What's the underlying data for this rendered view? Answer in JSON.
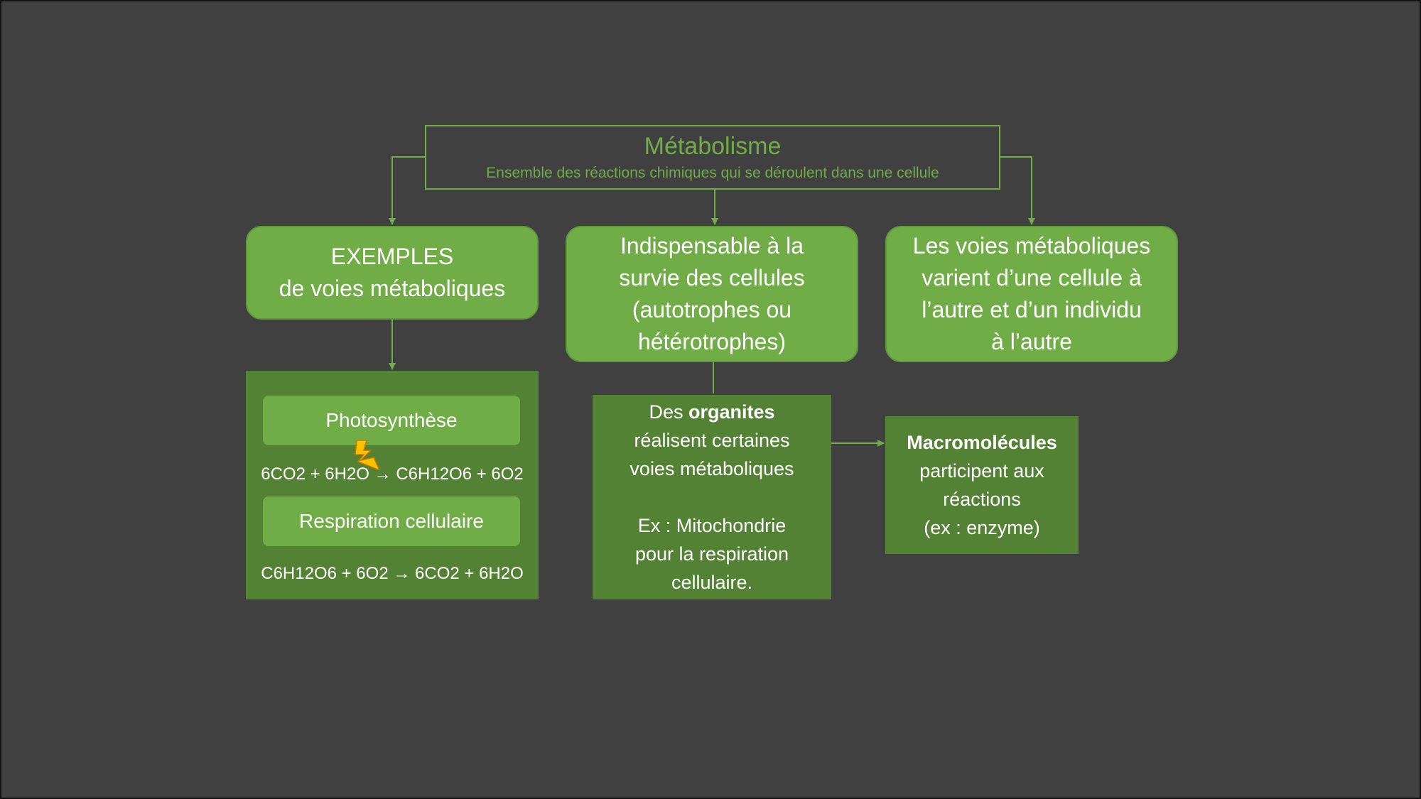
{
  "title": {
    "heading": "Métabolisme",
    "subtitle": "Ensemble des réactions chimiques qui se déroulent dans une cellule"
  },
  "cards": {
    "examples": {
      "line1": "EXEMPLES",
      "line2": "de voies métaboliques"
    },
    "indispensable": {
      "line1": "Indispensable à la",
      "line2": "survie des cellules",
      "line3": "(autotrophes ou",
      "line4": "hétérotrophes)"
    },
    "voies": {
      "line1": "Les voies métaboliques",
      "line2": "varient d’une cellule à",
      "line3": "l’autre et d’un individu",
      "line4": "à l’autre"
    }
  },
  "examples_panel": {
    "photosynthesis": {
      "label": "Photosynthèse",
      "reactants": "6CO2 + 6H2O",
      "arrow": "→",
      "products": "C6H12O6 + 6O2"
    },
    "respiration": {
      "label": "Respiration cellulaire",
      "reactants": "C6H12O6 + 6O2",
      "arrow": "→",
      "products": "6CO2 + 6H2O"
    }
  },
  "organites_panel": {
    "prefix": "Des ",
    "bold": "organites",
    "line2": "réalisent certaines",
    "line3": "voies métaboliques",
    "line4": "Ex : Mitochondrie",
    "line5": "pour la respiration",
    "line6": "cellulaire."
  },
  "macro_panel": {
    "bold": "Macromolécules",
    "line2": "participent aux",
    "line3": "réactions",
    "line4": "(ex : enzyme)"
  },
  "icons": {
    "light": "lightning-bolt-icon"
  },
  "colors": {
    "background": "#404040",
    "accent_green": "#70ad47",
    "dark_green": "#548235",
    "bolt": "#ffc000"
  }
}
